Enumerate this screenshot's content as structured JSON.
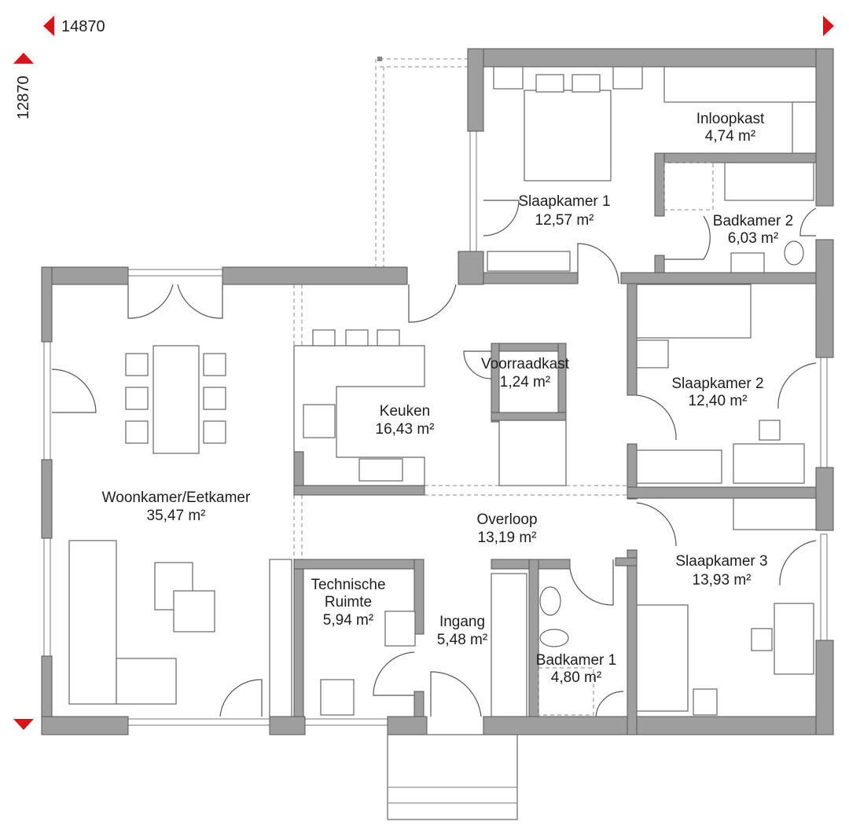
{
  "dimensions": {
    "width": "14870",
    "height": "12870"
  },
  "colors": {
    "marker": "#d7141a",
    "wall": "#9e9e9e"
  },
  "rooms": {
    "inloopkast": {
      "name": "Inloopkast",
      "area": "4,74 m²"
    },
    "slaapkamer1": {
      "name": "Slaapkamer 1",
      "area": "12,57 m²"
    },
    "badkamer2": {
      "name": "Badkamer 2",
      "area": "6,03 m²"
    },
    "voorraadkast": {
      "name": "Voorraadkast",
      "area": "1,24 m²"
    },
    "keuken": {
      "name": "Keuken",
      "area": "16,43 m²"
    },
    "slaapkamer2": {
      "name": "Slaapkamer 2",
      "area": "12,40 m²"
    },
    "woonkamer": {
      "name": "Woonkamer/Eetkamer",
      "area": "35,47 m²"
    },
    "overloop": {
      "name": "Overloop",
      "area": "13,19 m²"
    },
    "slaapkamer3": {
      "name": "Slaapkamer 3",
      "area": "13,93 m²"
    },
    "technische": {
      "name1": "Technische",
      "name2": "Ruimte",
      "area": "5,94 m²"
    },
    "ingang": {
      "name": "Ingang",
      "area": "5,48 m²"
    },
    "badkamer1": {
      "name": "Badkamer 1",
      "area": "4,80 m²"
    }
  }
}
